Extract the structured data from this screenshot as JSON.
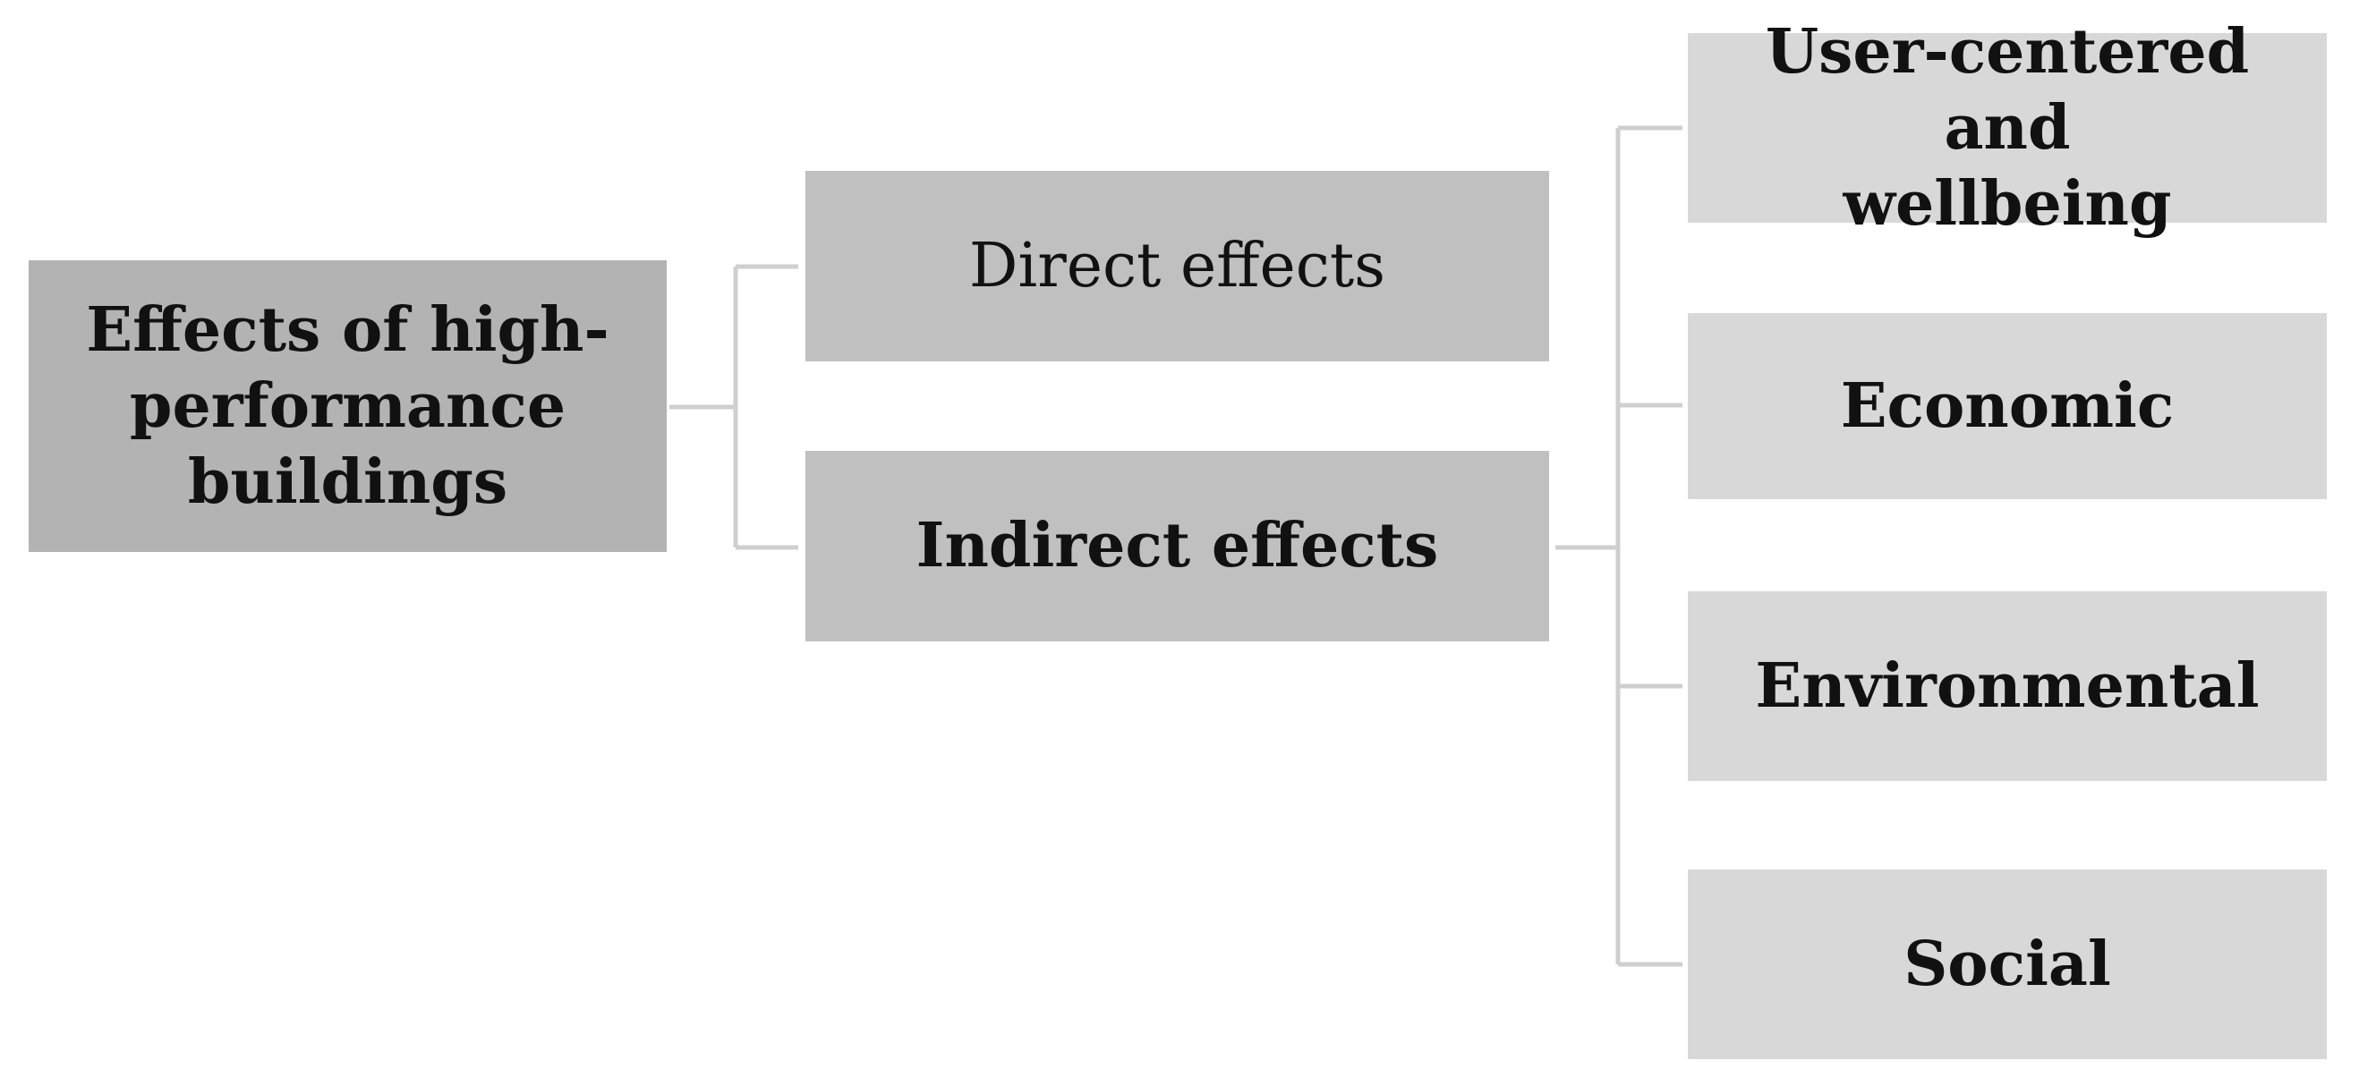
{
  "colors": {
    "root_fill": "#b3b3b3",
    "level1_fill": "#c0c0c0",
    "level2_fill": "#d8d8d8",
    "connector": "#cfcfcf",
    "text": "#111111"
  },
  "root": {
    "label_line1": "Effects of high-",
    "label_line2": "performance",
    "label_line3": "buildings"
  },
  "level1": {
    "direct": "Direct effects",
    "indirect": "Indirect effects"
  },
  "level2": {
    "user_line1": "User-centered and",
    "user_line2": "wellbeing",
    "economic": "Economic",
    "environmental": "Environmental",
    "social": "Social"
  }
}
